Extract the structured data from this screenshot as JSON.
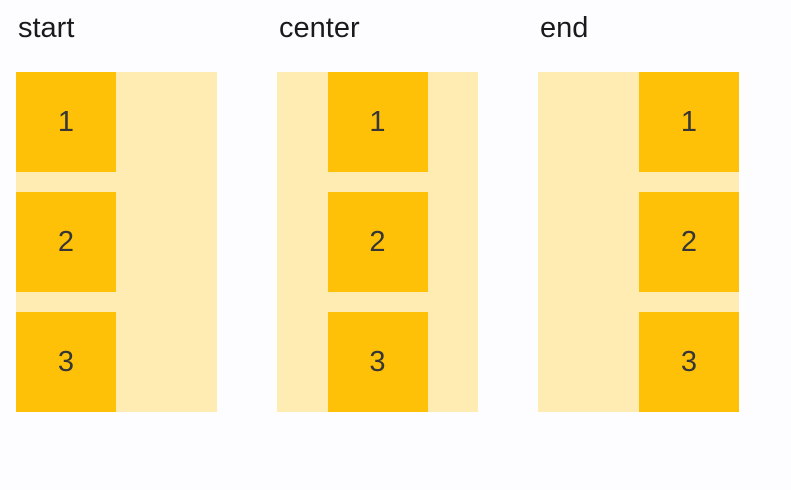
{
  "page": {
    "background_color": "#fdfdff"
  },
  "colors": {
    "container_background": "#ffecb3",
    "item_background": "#ffc107",
    "label_text": "#1a1a1a",
    "item_text": "#363636"
  },
  "groups": [
    {
      "label": "start",
      "alignment": "flex-start",
      "items": [
        "1",
        "2",
        "3"
      ]
    },
    {
      "label": "center",
      "alignment": "center",
      "items": [
        "1",
        "2",
        "3"
      ]
    },
    {
      "label": "end",
      "alignment": "flex-end",
      "items": [
        "1",
        "2",
        "3"
      ]
    }
  ]
}
